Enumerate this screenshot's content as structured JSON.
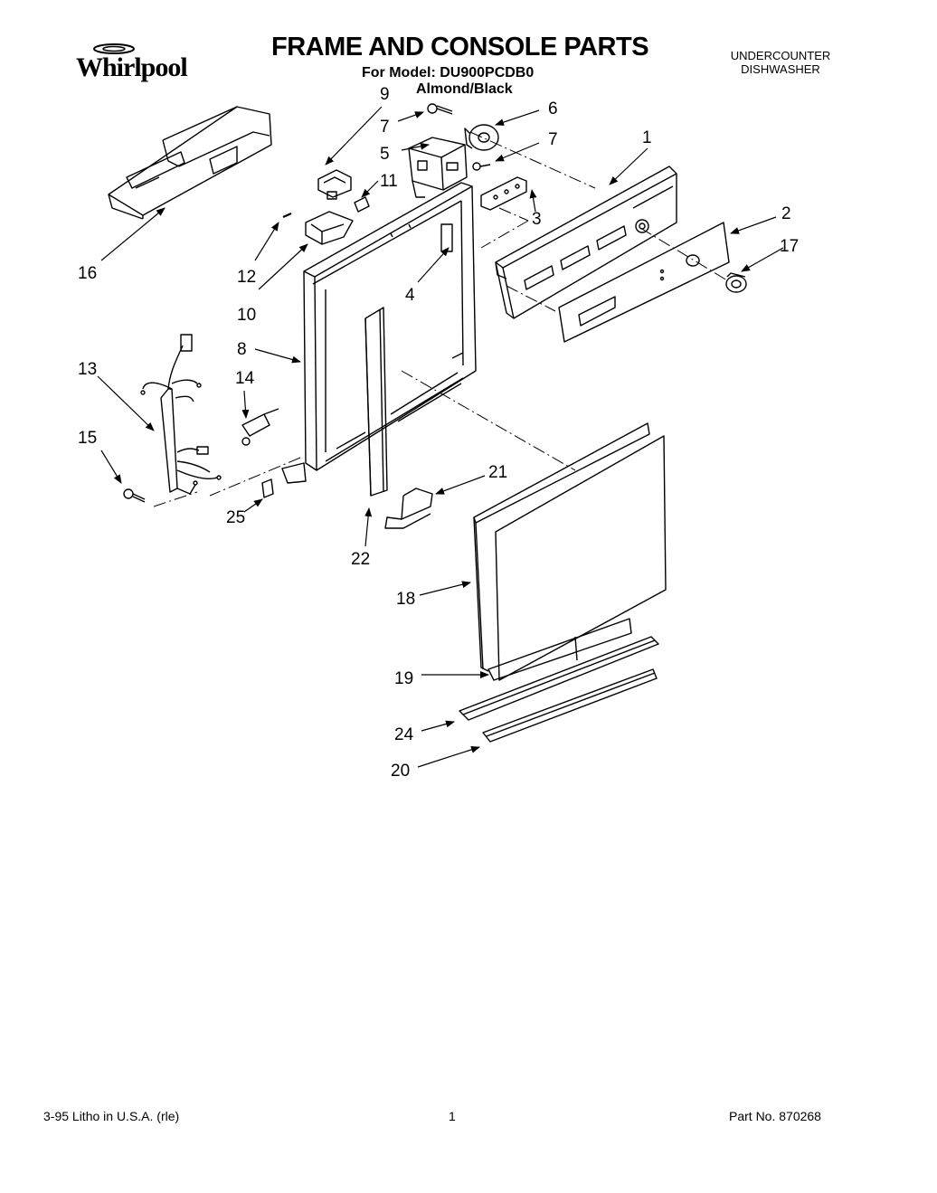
{
  "header": {
    "brand": "Whirlpool",
    "title": "FRAME AND CONSOLE PARTS",
    "model_line": "For Model: DU900PCDB0",
    "color_line": "Almond/Black",
    "appliance_type_line1": "UNDERCOUNTER",
    "appliance_type_line2": "DISHWASHER"
  },
  "callouts": [
    {
      "id": "c1",
      "label": "1"
    },
    {
      "id": "c2",
      "label": "2"
    },
    {
      "id": "c3",
      "label": "3"
    },
    {
      "id": "c4",
      "label": "4"
    },
    {
      "id": "c5",
      "label": "5"
    },
    {
      "id": "c6",
      "label": "6"
    },
    {
      "id": "c7a",
      "label": "7"
    },
    {
      "id": "c7b",
      "label": "7"
    },
    {
      "id": "c8",
      "label": "8"
    },
    {
      "id": "c9",
      "label": "9"
    },
    {
      "id": "c10",
      "label": "10"
    },
    {
      "id": "c11",
      "label": "11"
    },
    {
      "id": "c12",
      "label": "12"
    },
    {
      "id": "c13",
      "label": "13"
    },
    {
      "id": "c14",
      "label": "14"
    },
    {
      "id": "c15",
      "label": "15"
    },
    {
      "id": "c16",
      "label": "16"
    },
    {
      "id": "c17",
      "label": "17"
    },
    {
      "id": "c18",
      "label": "18"
    },
    {
      "id": "c19",
      "label": "19"
    },
    {
      "id": "c20",
      "label": "20"
    },
    {
      "id": "c21",
      "label": "21"
    },
    {
      "id": "c22",
      "label": "22"
    },
    {
      "id": "c24",
      "label": "24"
    },
    {
      "id": "c25",
      "label": "25"
    }
  ],
  "footer": {
    "print_info": "3-95  Litho in U.S.A. (rle)",
    "page_number": "1",
    "part_number": "Part No. 870268"
  }
}
